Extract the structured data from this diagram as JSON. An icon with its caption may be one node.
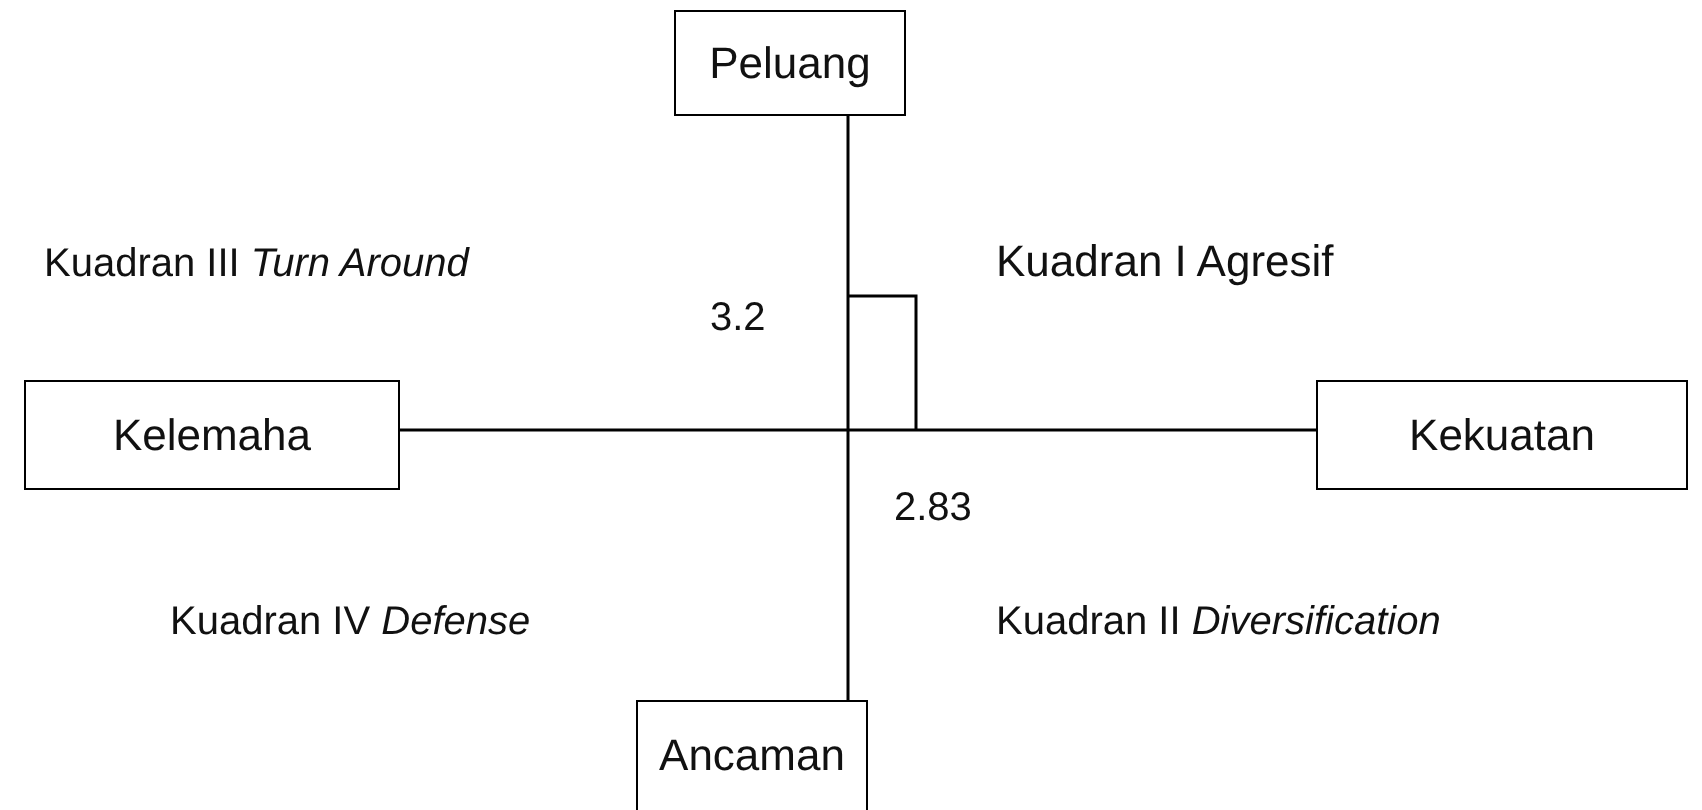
{
  "diagram": {
    "nodes": [
      {
        "text": [
          "Peluang"
        ]
      },
      {
        "text": [
          "Kelemaha"
        ]
      },
      {
        "text": [
          "Kekuatan"
        ]
      },
      {
        "text": [
          "Ancaman"
        ]
      }
    ],
    "edges": [
      {
        "from": 0,
        "to": 3,
        "arrow": "none"
      },
      {
        "from": 1,
        "to": 2,
        "arrow": "none"
      }
    ],
    "labels": [
      "Kuadran III *Turn Around*",
      "Kuadran I Agresif",
      "3.2",
      "2.83",
      "Kuadran IV *Defense*",
      "Kuadran II *Diversification*"
    ]
  }
}
